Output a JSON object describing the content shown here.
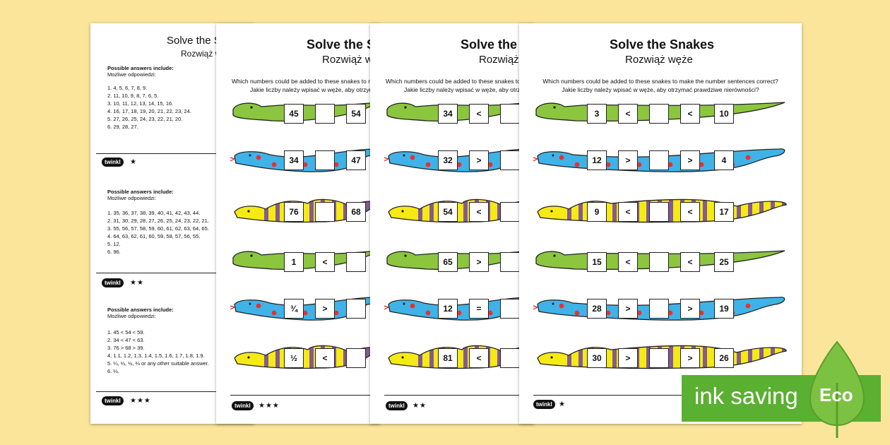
{
  "worksheet": {
    "title": "Solve the Snakes",
    "subtitle": "Rozwiąż węże",
    "instruction_en": "Which numbers could be added to these snakes to make the number sentences correct?",
    "instruction_pl": "Jakie liczby należy wpisać w węże, aby otrzymać prawdziwe nierówności?",
    "logo": "twinkl"
  },
  "answers": {
    "heading": "Possible answers include:",
    "heading_pl": "Możliwe odpowiedzi:",
    "section1": {
      "stars": "★",
      "items": [
        "1.  4, 5, 6, 7, 8, 9.",
        "2.  11, 10, 9, 8, 7, 6, 5.",
        "3.  10, 11, 12, 13, 14, 15, 16.",
        "4.  16, 17, 18, 19, 20, 21, 22, 23, 24.",
        "5.  27, 26, 25, 24, 23, 22, 21, 20.",
        "6.  29, 28, 27."
      ]
    },
    "section2": {
      "stars": "★★",
      "items": [
        "1.  35, 36, 37, 38, 39, 40, 41, 42, 43, 44.",
        "2.  31, 30, 29, 28, 27, 26, 25, 24, 23, 22, 21.",
        "3.  55, 56, 57, 58, 59, 60, 61, 62, 63, 64, 65.",
        "4.  64, 63, 62, 61, 60, 59, 58, 57, 56, 55.",
        "5.  12.",
        "6.  96."
      ]
    },
    "section3": {
      "stars": "★★★",
      "items": [
        "1.  45 < 54 < 59.",
        "2.  34 < 47 < 63.",
        "3.  76 > 68 > 39.",
        "4.  1.1, 1.2, 1.3, 1.4, 1.5, 1.6, 1.7, 1.8, 1.9.",
        "5.  ¼, ⅓, ½, ⅔ or any other suitable answer.",
        "6.  ⅓."
      ]
    }
  },
  "sheet3": {
    "stars": "★★★",
    "rows": [
      {
        "a": "45",
        "op": "",
        "c": "54"
      },
      {
        "a": "34",
        "op": "",
        "c": "47"
      },
      {
        "a": "76",
        "op": "",
        "c": "68"
      },
      {
        "a": "1",
        "op": "<",
        "c": ""
      },
      {
        "a": "¾",
        "op": ">",
        "c": ""
      },
      {
        "a": "½",
        "op": "<",
        "c": ""
      }
    ]
  },
  "sheet2": {
    "stars": "★★",
    "rows": [
      {
        "a": "34",
        "op": "<"
      },
      {
        "a": "32",
        "op": ">"
      },
      {
        "a": "54",
        "op": "<"
      },
      {
        "a": "65",
        "op": ">"
      },
      {
        "a": "12",
        "op": "="
      },
      {
        "a": "81",
        "op": "<"
      }
    ]
  },
  "sheet1": {
    "stars": "★",
    "rows": [
      {
        "a": "3",
        "op1": "<",
        "op2": "<",
        "c": "10"
      },
      {
        "a": "12",
        "op1": ">",
        "op2": ">",
        "c": "4"
      },
      {
        "a": "9",
        "op1": "<",
        "op2": "<",
        "c": "17"
      },
      {
        "a": "15",
        "op1": "<",
        "op2": "<",
        "c": "25"
      },
      {
        "a": "28",
        "op1": ">",
        "op2": ">",
        "c": "19"
      },
      {
        "a": "30",
        "op1": ">",
        "op2": ">",
        "c": "26"
      }
    ]
  },
  "eco": {
    "text": "ink saving",
    "label": "Eco"
  },
  "colors": {
    "background": "#fbe59a",
    "green_snake": "#8cc63f",
    "blue_snake": "#3fb3e8",
    "blue_spots": "#e8312f",
    "yellow_snake": "#f5ea14",
    "purple_stripe": "#7a4aa0",
    "eco_green": "#5ab031"
  }
}
